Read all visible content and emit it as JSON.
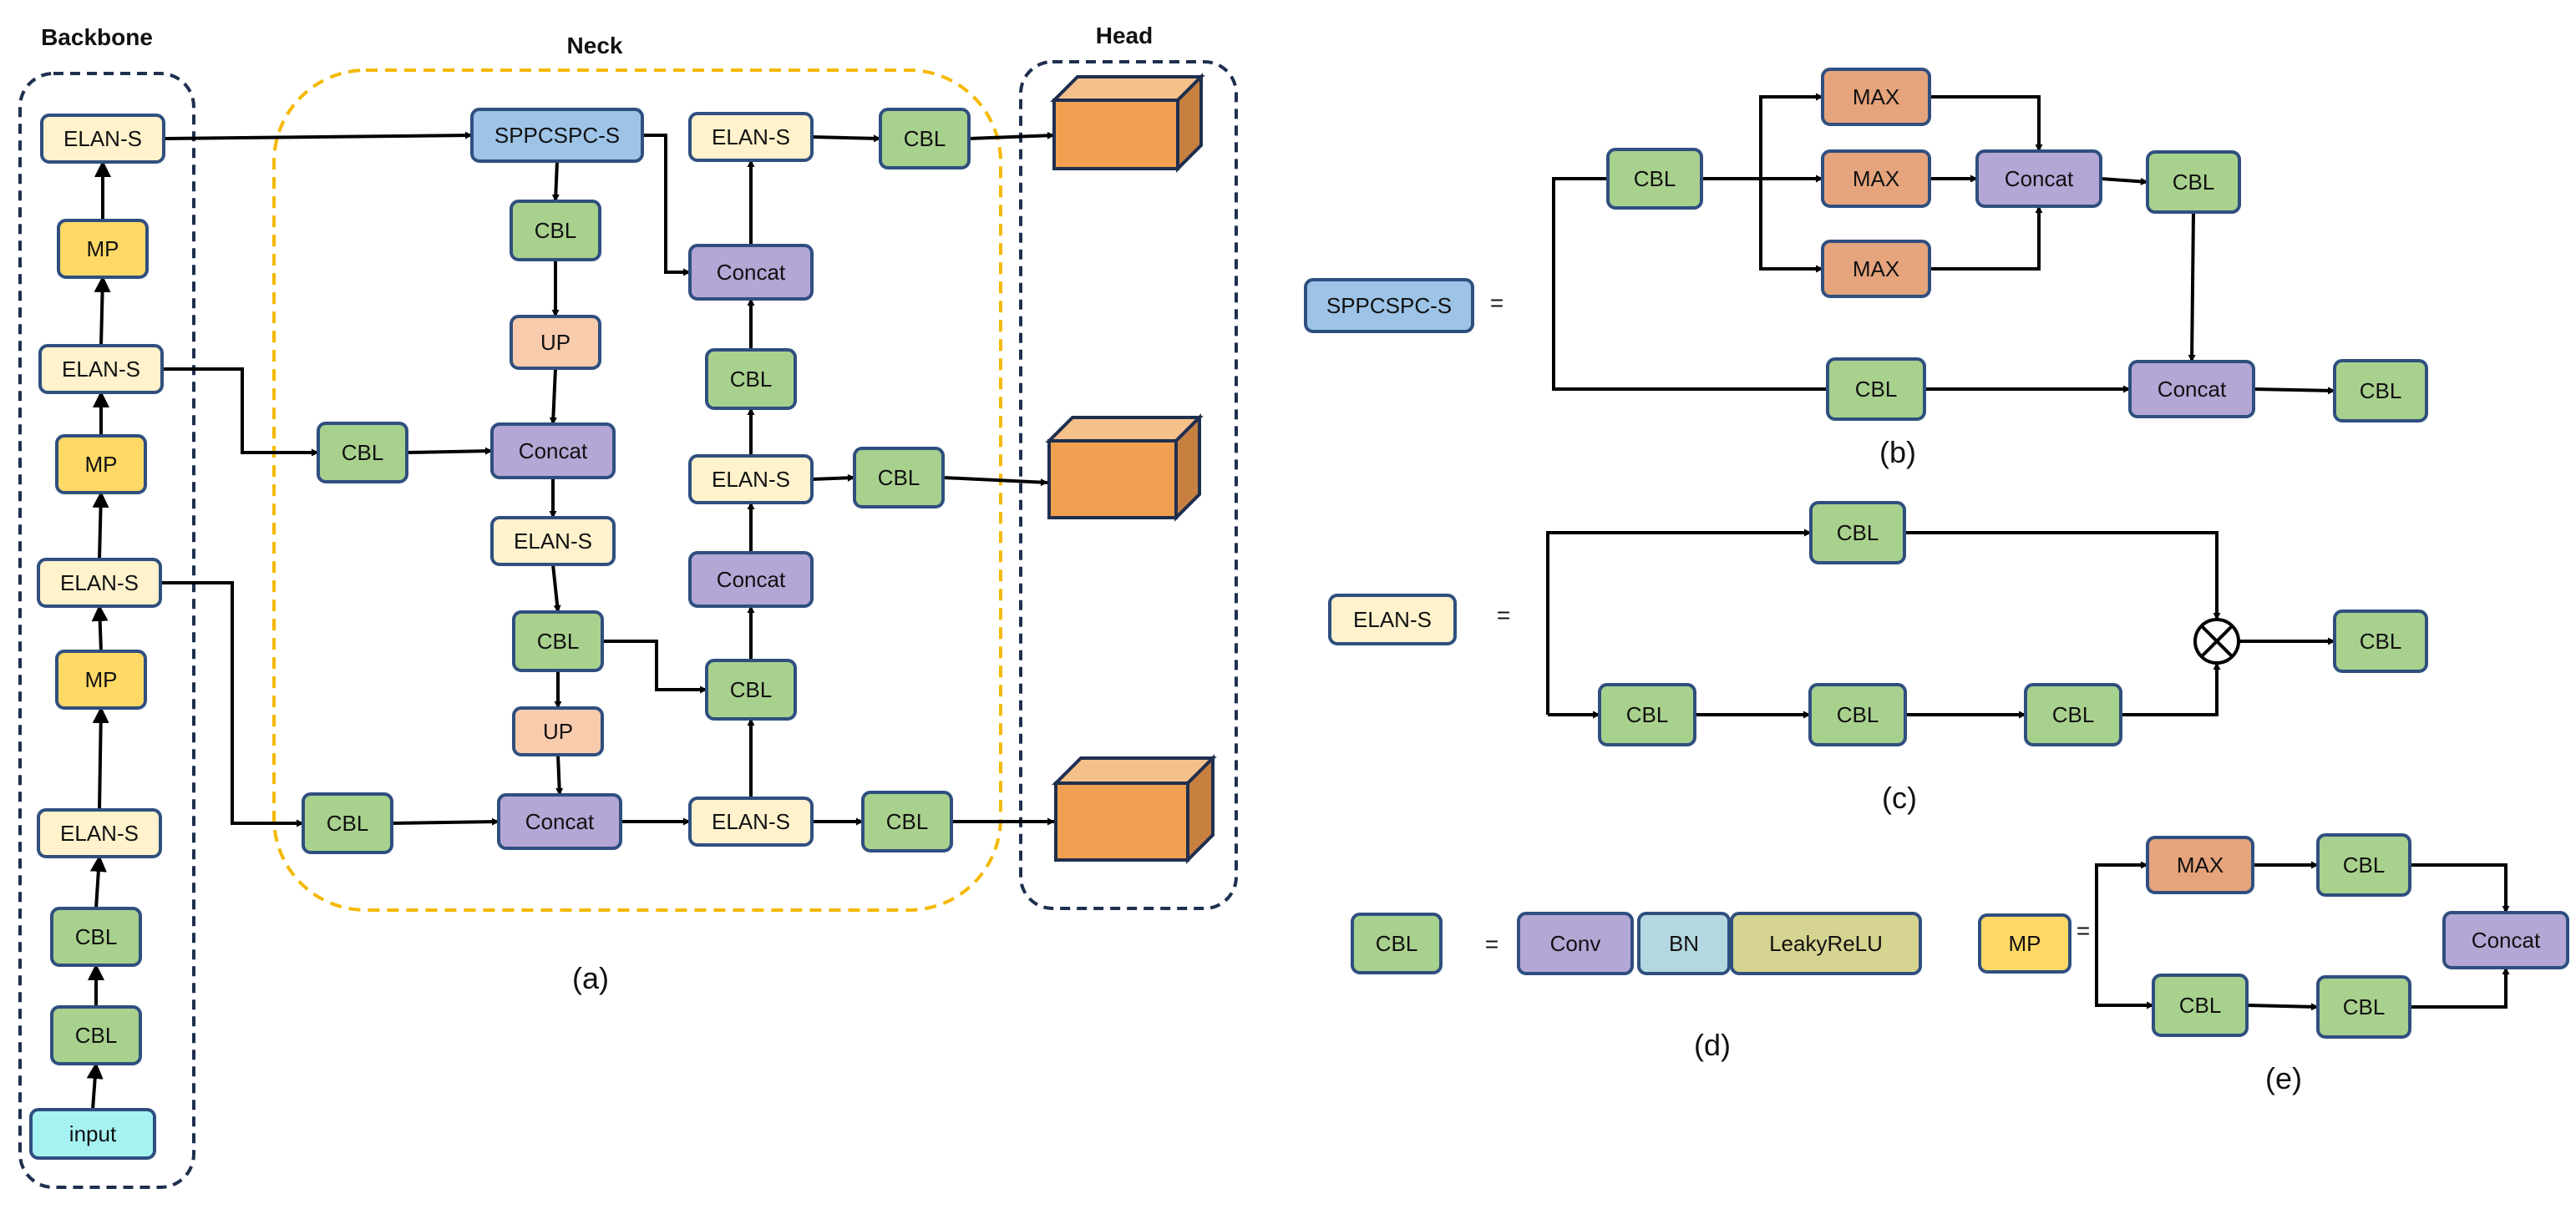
{
  "sections": {
    "backbone": "Backbone",
    "neck": "Neck",
    "head": "Head"
  },
  "labels": {
    "input": "input",
    "cbl": "CBL",
    "elan_s": "ELAN-S",
    "mp": "MP",
    "sppcspc_s": "SPPCSPC-S",
    "up": "UP",
    "concat": "Concat",
    "max": "MAX",
    "conv": "Conv",
    "bn": "BN",
    "leakyrelu": "LeakyReLU",
    "equals": "="
  },
  "captions": {
    "a": "(a)",
    "b": "(b)",
    "c": "(c)",
    "d": "(d)",
    "e": "(e)"
  },
  "colors": {
    "cbl": "#a9d18e",
    "elan": "#fff2cc",
    "mp": "#ffd966",
    "input": "#a6f2f2",
    "spp": "#9dc3e6",
    "up": "#f8cbad",
    "concat": "#b4a7d6",
    "max": "#e6a47c",
    "conv": "#b4a7d6",
    "bn": "#b4d7e0",
    "leaky": "#d5d490",
    "border": "#2f4f7f",
    "neck_dash": "#f5b800",
    "cube_front": "#f0a050",
    "cube_top": "#f5c08a",
    "cube_side": "#c88040"
  }
}
